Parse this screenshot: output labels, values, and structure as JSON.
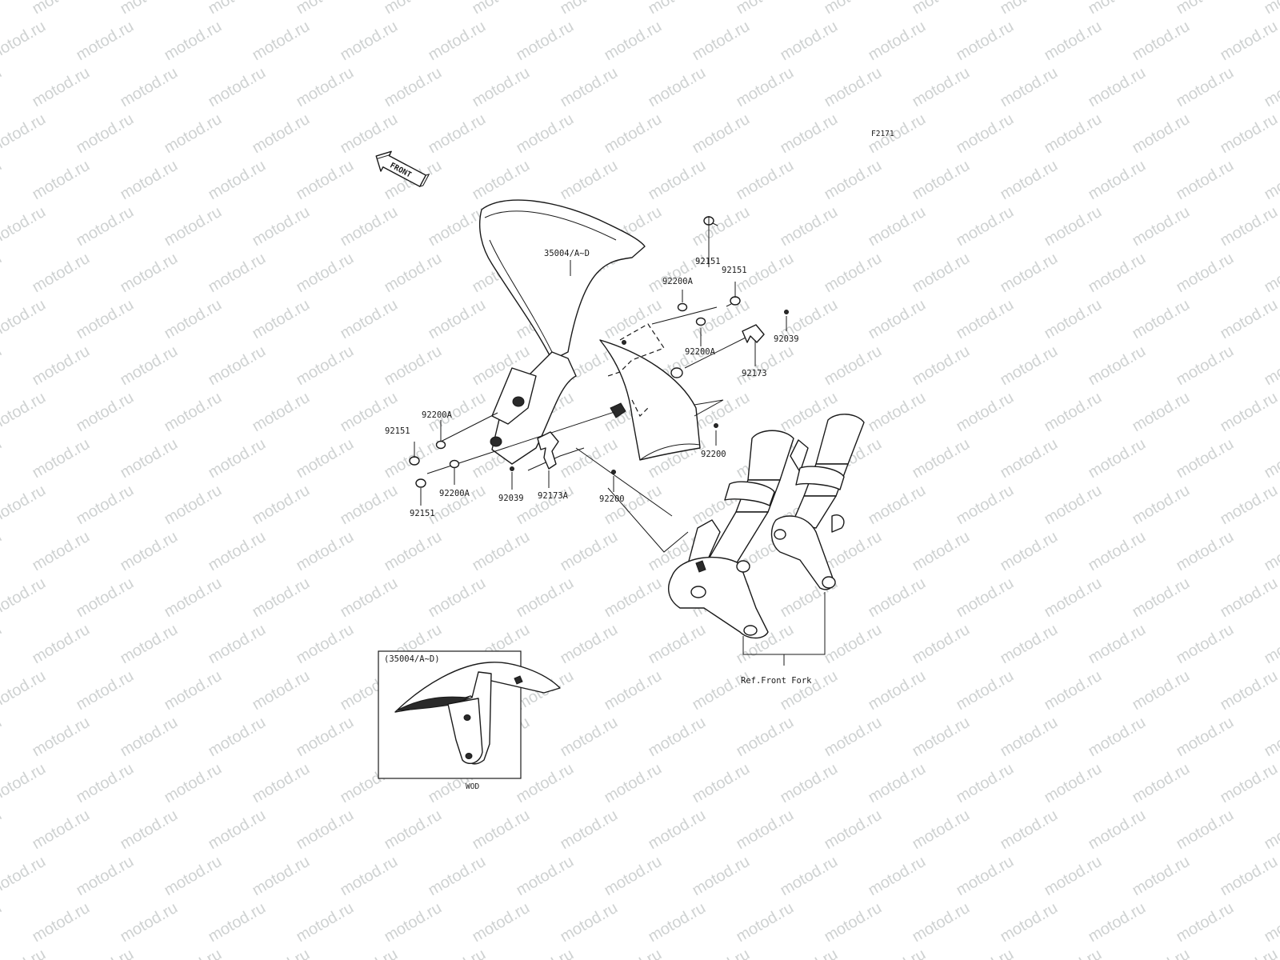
{
  "watermark": "motod.ru",
  "figure_id": "F2171",
  "front_arrow": "FRONT",
  "callouts": {
    "fender_main": "35004/A~D",
    "bolt_top_a": "92151",
    "bolt_top_b": "92151",
    "washer_top_a": "92200A",
    "washer_top_b": "92200A",
    "screw_right": "92039",
    "clip_right": "92173",
    "nut_right": "92200",
    "washer_left_top": "92200A",
    "bolt_left_top": "92151",
    "washer_left_bottom": "92200A",
    "bolt_left_bottom": "92151",
    "screw_left": "92039",
    "clip_left": "92173A",
    "nut_left": "92200",
    "ref_front_fork": "Ref.Front Fork"
  },
  "inset": {
    "title": "(35004/A~D)",
    "caption": "WOD"
  }
}
